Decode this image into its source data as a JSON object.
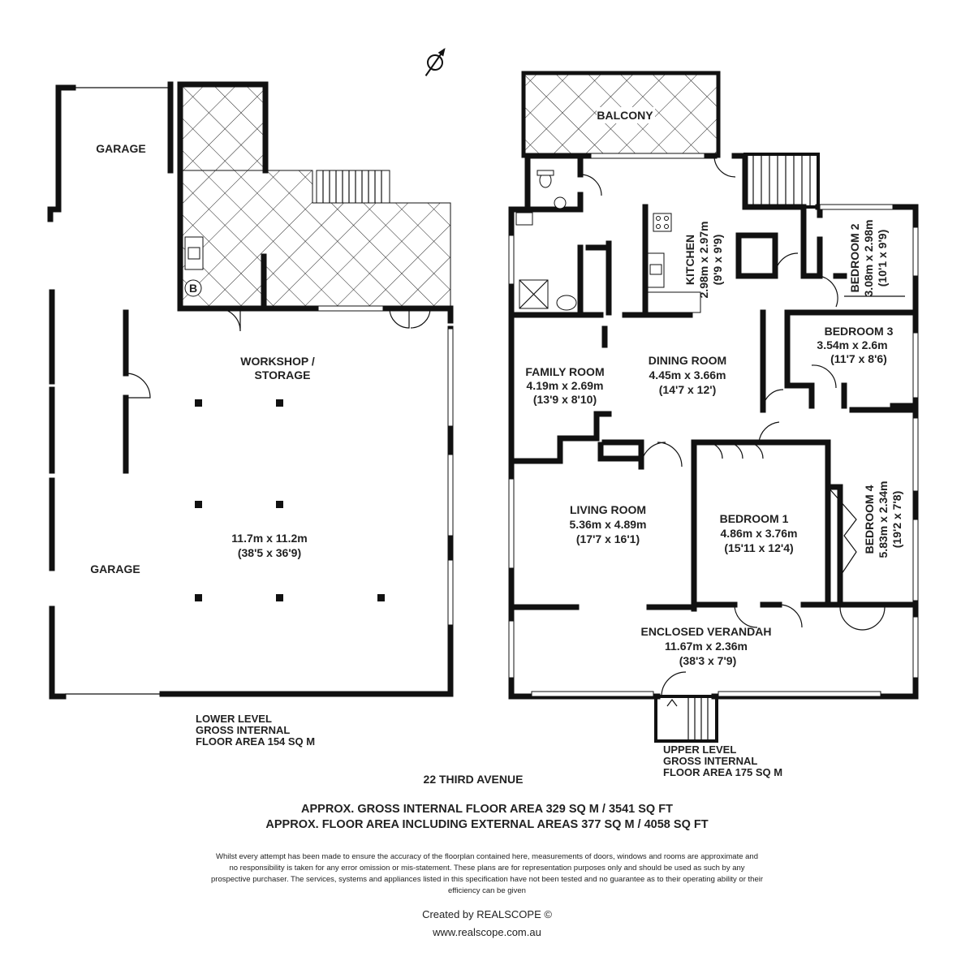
{
  "lower_level": {
    "rooms": [
      {
        "name": "GARAGE"
      },
      {
        "name": "WORKSHOP /",
        "name2": "STORAGE"
      },
      {
        "name": "GARAGE",
        "dims_m": "11.7m x 11.2m",
        "dims_ft": "(38'5 x 36'9)"
      }
    ],
    "area": [
      "LOWER LEVEL",
      "GROSS INTERNAL",
      "FLOOR AREA 154 SQ M"
    ],
    "symbols": {
      "boiler": "B"
    }
  },
  "upper_level": {
    "rooms": {
      "balcony": "BALCONY",
      "kitchen": {
        "name": "KITCHEN",
        "dims_m": "2.98m x 2.97m",
        "dims_ft": "(9'9 x 9'9)"
      },
      "bedroom2": {
        "name": "BEDROOM 2",
        "dims_m": "3.08m x 2.98m",
        "dims_ft": "(10'1 x 9'9)"
      },
      "bedroom3": {
        "name": "BEDROOM 3",
        "dims_m": "3.54m x 2.6m",
        "dims_ft": "(11'7 x 8'6)"
      },
      "family": {
        "name": "FAMILY ROOM",
        "dims_m": "4.19m x 2.69m",
        "dims_ft": "(13'9 x 8'10)"
      },
      "dining": {
        "name": "DINING ROOM",
        "dims_m": "4.45m x 3.66m",
        "dims_ft": "(14'7 x 12')"
      },
      "living": {
        "name": "LIVING ROOM",
        "dims_m": "5.36m x 4.89m",
        "dims_ft": "(17'7 x 16'1)"
      },
      "bedroom1": {
        "name": "BEDROOM 1",
        "dims_m": "4.86m x 3.76m",
        "dims_ft": "(15'11 x 12'4)"
      },
      "bedroom4": {
        "name": "BEDROOM 4",
        "dims_m": "5.83m x 2.34m",
        "dims_ft": "(19'2 x 7'8)"
      },
      "verandah": {
        "name": "ENCLOSED VERANDAH",
        "dims_m": "11.67m x 2.36m",
        "dims_ft": "(38'3 x 7'9)"
      }
    },
    "area": [
      "UPPER LEVEL",
      "GROSS INTERNAL",
      "FLOOR AREA 175 SQ M"
    ]
  },
  "address": "22 THIRD AVENUE",
  "summary": [
    "APPROX. GROSS INTERNAL FLOOR AREA 329 SQ M / 3541 SQ FT",
    "APPROX. FLOOR AREA INCLUDING EXTERNAL AREAS 377 SQ M / 4058 SQ FT"
  ],
  "disclaimer": "Whilst every attempt has been made to ensure the accuracy of the floorplan contained here, measurements of doors, windows and rooms are approximate and no responsibility is taken for any error omission or mis-statement. These plans are for representation purposes only and should be used as such by any prospective purchaser. The services, systems and appliances listed in this specification have not been tested and no guarantee as to their operating ability or their efficiency can be given",
  "credit": "Created by REALSCOPE ©",
  "website": "www.realscope.com.au",
  "compass": "N"
}
